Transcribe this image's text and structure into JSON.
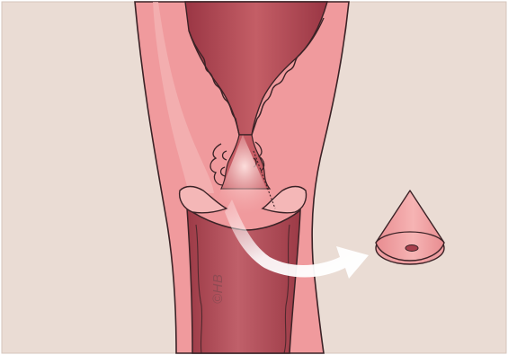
{
  "figure": {
    "copyright_mark": "©HB",
    "colors": {
      "background": "#eadcd4",
      "tissue_outer": "#f09a9d",
      "tissue_light": "#f4b7b7",
      "canal_dark": "#a8404d",
      "canal_mid": "#c65c64",
      "outline": "#3b2226",
      "arrow": "#ffffff"
    },
    "elements": [
      "cervix-cross-section",
      "cervical-canal",
      "cone-region-dashed",
      "removal-arrow",
      "excised-cone"
    ]
  }
}
